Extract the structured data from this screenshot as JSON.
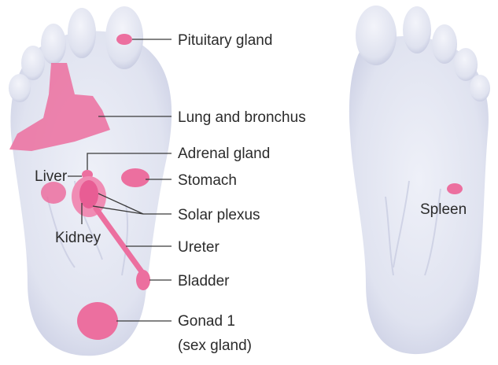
{
  "labels": {
    "pituitary": "Pituitary gland",
    "lung": "Lung and bronchus",
    "adrenal": "Adrenal gland",
    "liver": "Liver",
    "stomach": "Stomach",
    "solar": "Solar plexus",
    "kidney": "Kidney",
    "ureter": "Ureter",
    "bladder": "Bladder",
    "gonad_line1": "Gonad 1",
    "gonad_line2": "(sex  gland)",
    "spleen": "Spleen"
  },
  "colors": {
    "zone": "#ec6f9f",
    "zone_light": "#f49bbd",
    "foot_fill": "#e3e6f2",
    "foot_shade": "#c9cde3",
    "text": "#2b2b2b"
  }
}
